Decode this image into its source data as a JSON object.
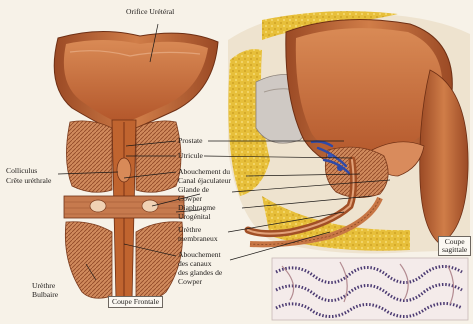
{
  "labels": {
    "orifice": "Orifice Urétéral",
    "prostate": "Prostate",
    "utricule": "Utricule",
    "colliculus_1": "Colliculus",
    "colliculus_2": "Crête uréthrale",
    "abouchement_canal_1": "Abouchement du",
    "abouchement_canal_2": "Canal éjaculateur",
    "cowper_gland_1": "Glande de",
    "cowper_gland_2": "Cowper",
    "diaphragme_1": "Diaphragme",
    "diaphragme_2": "Urogénital",
    "urethre_memb_1": "Urèthre",
    "urethre_memb_2": "membraneux",
    "abouchement_glandes_1": "Abouchement",
    "abouchement_glandes_2": "des canaux",
    "abouchement_glandes_3": "des glandes de",
    "abouchement_glandes_4": "Cowper",
    "urethre_bulb_1": "Urèthre",
    "urethre_bulb_2": "Bulbaire",
    "coupe_frontale": "Coupe Frontale",
    "coupe_sagittale_1": "Coupe",
    "coupe_sagittale_2": "sagittale"
  },
  "colors": {
    "muscle": "#c8703f",
    "muscle_dark": "#8e3f1d",
    "muscle_light": "#e6a57a",
    "fat": "#e7bf3a",
    "blue": "#2f4aa8",
    "bone": "#e9dcc4",
    "bg": "#f7f2e8"
  }
}
